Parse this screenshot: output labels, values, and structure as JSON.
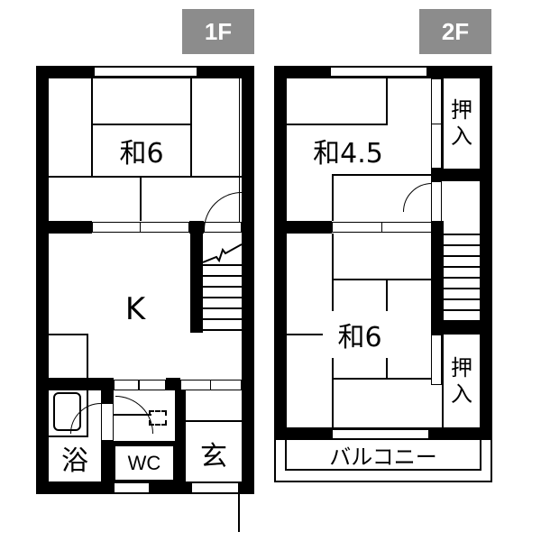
{
  "floors": [
    {
      "badge": "1F",
      "rooms": [
        {
          "id": "washitsu6",
          "label": "和6",
          "type": "japanese-room",
          "size_jo": 6
        },
        {
          "id": "kitchen",
          "label": "K",
          "type": "kitchen"
        },
        {
          "id": "bath",
          "label": "浴",
          "type": "bathroom"
        },
        {
          "id": "wc",
          "label": "WC",
          "type": "toilet"
        },
        {
          "id": "entrance",
          "label": "玄",
          "type": "entrance"
        }
      ]
    },
    {
      "badge": "2F",
      "rooms": [
        {
          "id": "washitsu45",
          "label": "和4.5",
          "type": "japanese-room",
          "size_jo": 4.5
        },
        {
          "id": "oshiire1",
          "label": "押\n入",
          "label_top": "押",
          "label_bottom": "入",
          "type": "closet"
        },
        {
          "id": "washitsu6b",
          "label": "和6",
          "type": "japanese-room",
          "size_jo": 6
        },
        {
          "id": "oshiire2",
          "label": "押\n入",
          "label_top": "押",
          "label_bottom": "入",
          "type": "closet"
        },
        {
          "id": "balcony",
          "label": "バルコニー",
          "type": "balcony"
        }
      ]
    }
  ],
  "colors": {
    "badge_bg": "#8c8c8c",
    "badge_text": "#ffffff",
    "wall": "#000000",
    "background": "#ffffff"
  }
}
